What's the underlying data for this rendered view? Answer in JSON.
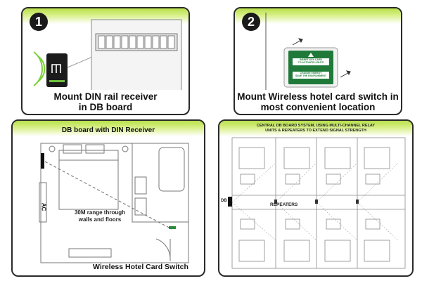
{
  "step1": {
    "number": "1",
    "caption_line1": "Mount DIN rail receiver",
    "caption_line2": "in DB board"
  },
  "step2": {
    "number": "2",
    "caption_line1": "Mount Wireless hotel card switch in",
    "caption_line2": "most convenient location",
    "card_text_top": "INSERT KEY CARD\nTO ACTIVATE LIGHTS",
    "card_text_bottom": "CHANGE ENERGY\nSAVE THE ENVIRONMENT"
  },
  "step3": {
    "title": "DB board with DIN Receiver",
    "ac_label": "AC",
    "range_text_line1": "30M range through",
    "range_text_line2": "walls and floors",
    "switch_label": "Wireless Hotel Card Switch"
  },
  "step4": {
    "title_line1": "CENTRAL DB BOARD SYSTEM, USING MULTI-CHANNEL RELAY",
    "title_line2": "UNITS & REPEATERS TO EXTEND SIGNAL STRENGTH",
    "db_label": "DB",
    "repeaters_label": "REPEATERS"
  },
  "colors": {
    "accent_green": "#b8e04a",
    "device_green": "#1f7a3a",
    "dark": "#1a1a1a"
  }
}
